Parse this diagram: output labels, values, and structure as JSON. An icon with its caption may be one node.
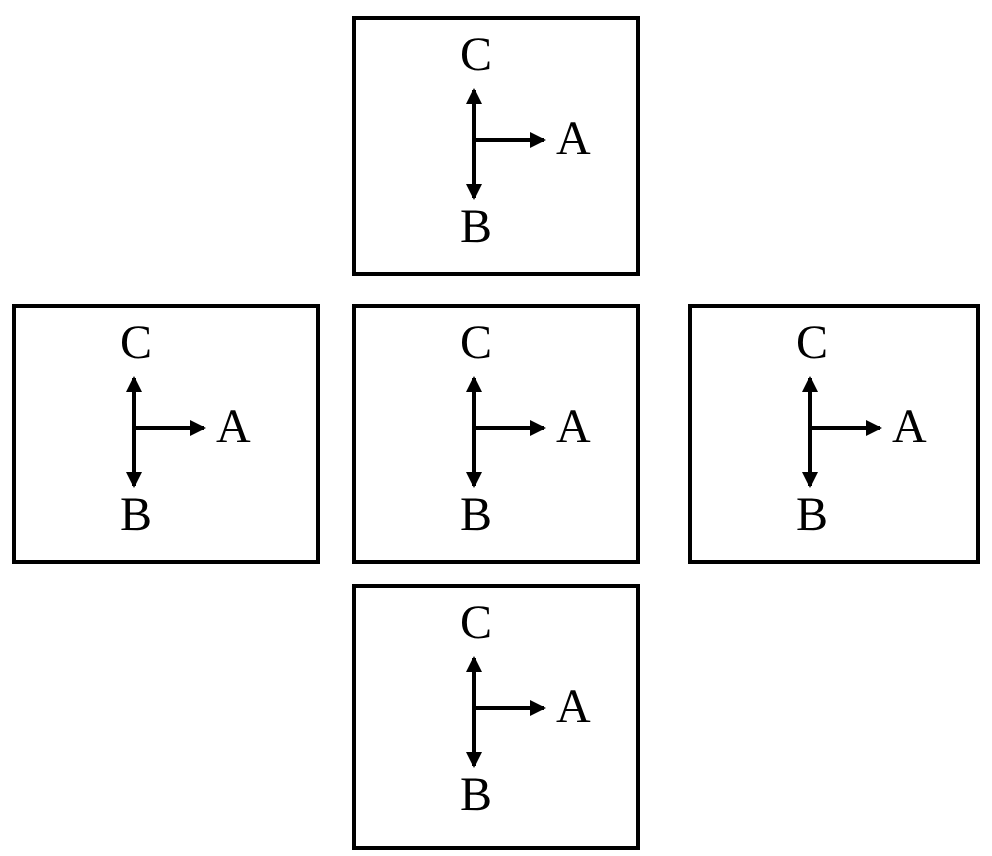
{
  "diagram": {
    "nodes": [
      {
        "text": [
          "C",
          "A",
          "B"
        ]
      },
      {
        "text": [
          "C",
          "A",
          "B"
        ]
      },
      {
        "text": [
          "C",
          "A",
          "B"
        ]
      },
      {
        "text": [
          "C",
          "A",
          "B"
        ]
      },
      {
        "text": [
          "C",
          "A",
          "B"
        ]
      }
    ]
  }
}
